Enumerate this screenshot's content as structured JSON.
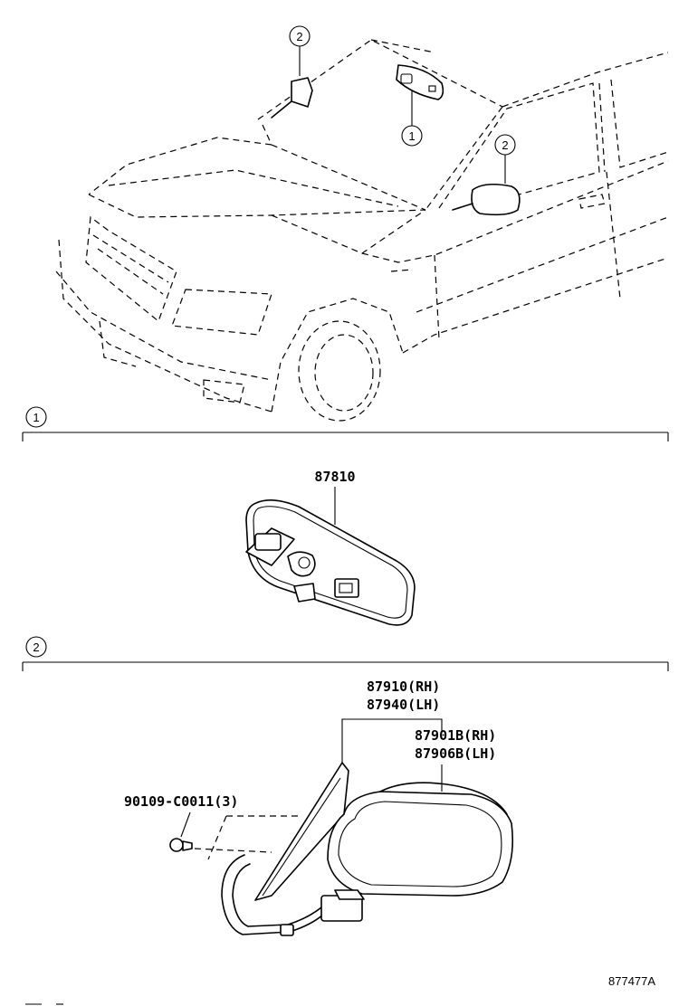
{
  "callouts": {
    "overview_1": "1",
    "overview_2_top": "2",
    "overview_2_side": "2",
    "section_1": "1",
    "section_2": "2"
  },
  "parts": {
    "inner_mirror": "87810",
    "outer_mirror_rh": "87910(RH)",
    "outer_mirror_lh": "87940(LH)",
    "mirror_sub_rh": "87901B(RH)",
    "mirror_sub_lh": "87906B(LH)",
    "screw": "90109-C0011(3)"
  },
  "illustration_code": "877477A"
}
